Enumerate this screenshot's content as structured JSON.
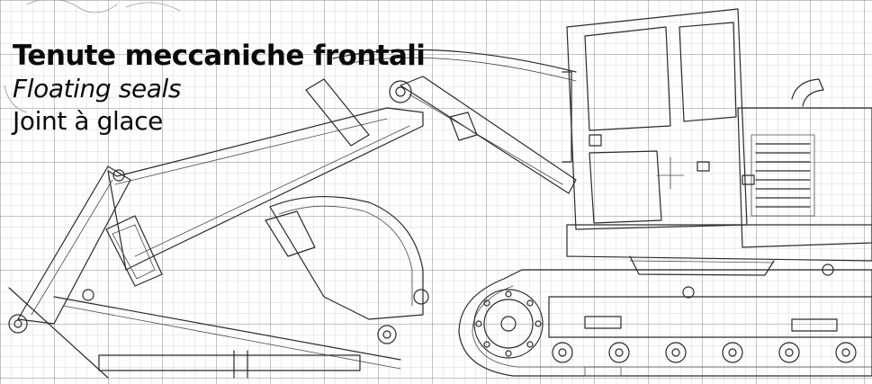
{
  "titles": {
    "italian": "Tenute meccaniche frontali",
    "english": "Floating seals",
    "french": "Joint à glace"
  },
  "colors": {
    "ink": "#2a2a2a",
    "grid": "#787878",
    "background": "#ffffff"
  }
}
